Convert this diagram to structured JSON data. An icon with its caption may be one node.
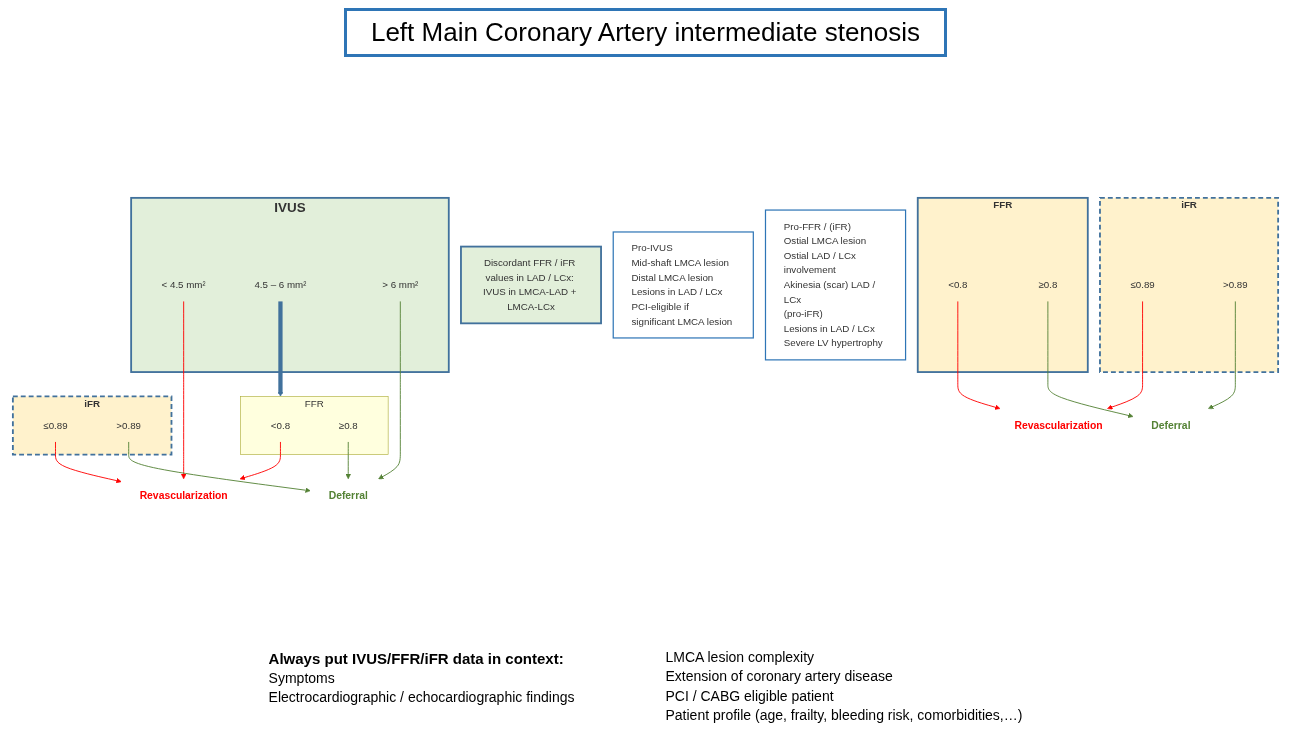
{
  "diagram": {
    "title": "Left Main Coronary Artery intermediate stenosis",
    "nodes": [
      {
        "text": [
          "IVUS"
        ]
      },
      {
        "text": [
          "< 4.5 mm²"
        ],
        "in": 0
      },
      {
        "text": [
          "4.5 – 6 mm²"
        ],
        "in": 0
      },
      {
        "text": [
          "> 6 mm²"
        ],
        "in": 0
      },
      {
        "text": [
          "FFR"
        ]
      },
      {
        "text": [
          "<0.8"
        ],
        "in": 4
      },
      {
        "text": [
          "≥0.8"
        ],
        "in": 4
      },
      {
        "text": [
          "iFR"
        ]
      },
      {
        "text": [
          "≤0.89"
        ],
        "in": 7
      },
      {
        "text": [
          ">0.89"
        ],
        "in": 7
      },
      {
        "text": [
          "Revascularization"
        ]
      },
      {
        "text": [
          "Deferral"
        ]
      },
      {
        "text": [
          "FFR"
        ]
      },
      {
        "text": [
          "<0.8"
        ],
        "in": 12
      },
      {
        "text": [
          "≥0.8"
        ],
        "in": 12
      },
      {
        "text": [
          "iFR"
        ]
      },
      {
        "text": [
          "≤0.89"
        ],
        "in": 15
      },
      {
        "text": [
          ">0.89"
        ],
        "in": 15
      },
      {
        "text": [
          "Discordant FFR / iFR values in LAD / LCx: IVUS in LMCA-LAD + LMCA-LCx"
        ]
      },
      {
        "text": [
          "Revascularization"
        ]
      },
      {
        "text": [
          "Deferral"
        ]
      },
      {
        "text": [
          "Pro-IVUS",
          "Mid-shaft LMCA lesion",
          "Distal LMCA lesion",
          "Lesions in LAD / LCx",
          "PCI-eligible if significant LMCA lesion"
        ]
      },
      {
        "text": [
          "Pro-FFR / (iFR)",
          "Ostial LMCA lesion",
          "Ostial LAD / LCx involvement",
          "Akinesia (scar) LAD / LCx",
          "(pro-iFR)",
          "Lesions in LAD / LCx",
          "Severe LV hypertrophy"
        ]
      }
    ],
    "edges": [
      {
        "from": 2,
        "to": 4,
        "arrow": "to",
        "style": "thick",
        "color": "#41719c"
      },
      {
        "from": 1,
        "to": 10,
        "arrow": "to",
        "color": "#ff0000"
      },
      {
        "from": 5,
        "to": 10,
        "arrow": "to",
        "color": "#ff0000"
      },
      {
        "from": 8,
        "to": 10,
        "arrow": "to",
        "color": "#ff0000"
      },
      {
        "from": 6,
        "to": 11,
        "arrow": "to",
        "color": "#548235"
      },
      {
        "from": 9,
        "to": 11,
        "arrow": "to",
        "color": "#548235"
      },
      {
        "from": 3,
        "to": 11,
        "arrow": "to",
        "color": "#548235"
      },
      {
        "from": 13,
        "to": 19,
        "arrow": "to",
        "color": "#ff0000"
      },
      {
        "from": 16,
        "to": 19,
        "arrow": "to",
        "color": "#ff0000"
      },
      {
        "from": 14,
        "to": 20,
        "arrow": "to",
        "color": "#548235"
      },
      {
        "from": 17,
        "to": 20,
        "arrow": "to",
        "color": "#548235"
      }
    ],
    "labels": [
      "Always put IVUS/FFR/iFR data in context:",
      "Symptoms",
      "Electrocardiographic / echocardiographic findings",
      "LMCA lesion complexity",
      "Extension of coronary artery disease",
      "PCI / CABG eligible patient",
      "Patient profile (age, frailty, bleeding risk, comorbidities,…)"
    ]
  }
}
